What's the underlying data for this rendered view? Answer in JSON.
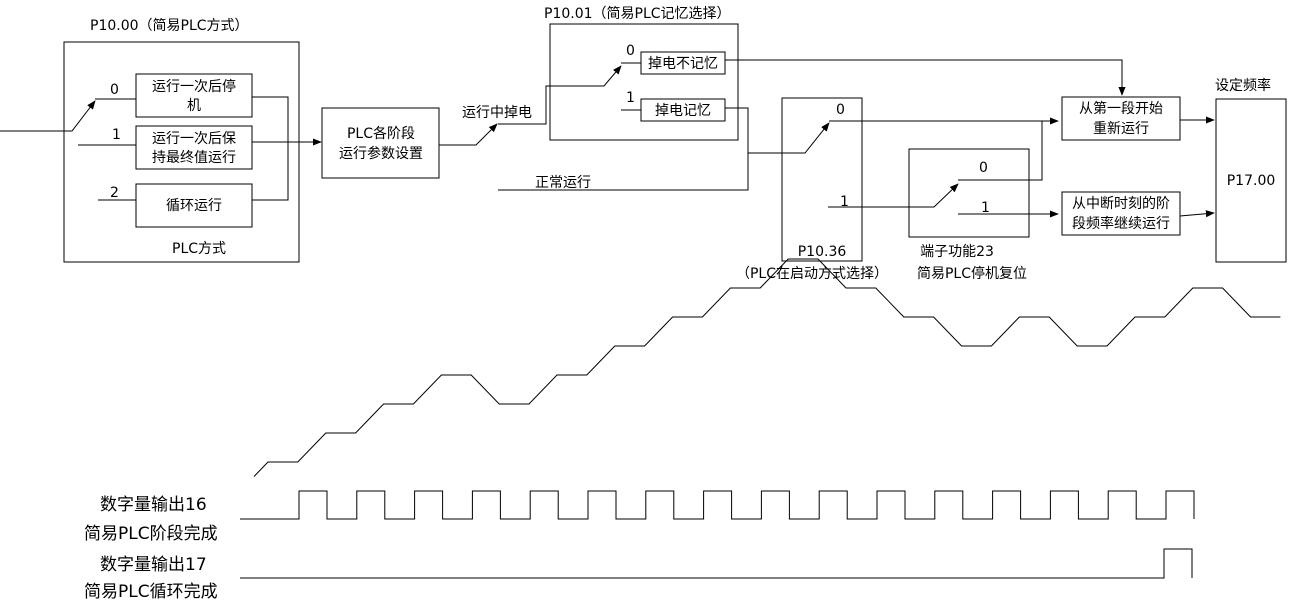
{
  "plc_mode": {
    "title": "P10.00（简易PLC方式）",
    "options": [
      {
        "num": "0",
        "line1": "运行一次后停",
        "line2": "机"
      },
      {
        "num": "1",
        "line1": "运行一次后保",
        "line2": "持最终值运行"
      },
      {
        "num": "2",
        "line1": "循环运行",
        "line2": ""
      }
    ],
    "footer": "PLC方式"
  },
  "stage_params": {
    "line1": "PLC各阶段",
    "line2": "运行参数设置"
  },
  "power_loss_label": "运行中掉电",
  "normal_run_label": "正常运行",
  "memory": {
    "title": "P10.01（简易PLC记忆选择）",
    "options": [
      {
        "num": "0",
        "label": "掉电不记忆"
      },
      {
        "num": "1",
        "label": "掉电记忆"
      }
    ]
  },
  "restart_mode": {
    "num0": "0",
    "num1": "1",
    "code": "P10.36",
    "desc": "（PLC在启动方式选择）"
  },
  "terminal": {
    "num0": "0",
    "num1": "1",
    "line1": "端子功能23",
    "line2": "简易PLC停机复位"
  },
  "outcome_first": {
    "line1": "从第一段开始",
    "line2": "重新运行"
  },
  "outcome_resume": {
    "line1": "从中断时刻的阶",
    "line2": "段频率继续运行"
  },
  "set_freq": {
    "label": "设定频率",
    "code": "P17.00"
  },
  "do16": {
    "line1": "数字量输出16",
    "line2": "简易PLC阶段完成"
  },
  "do17": {
    "line1": "数字量输出17",
    "line2": "简易PLC循环完成"
  },
  "chart_data": {
    "type": "line",
    "series": [
      {
        "values": [
          1,
          2,
          3,
          4,
          3,
          4,
          5,
          6,
          7,
          8,
          7,
          6,
          5,
          6,
          5,
          6,
          7,
          6
        ]
      }
    ]
  }
}
